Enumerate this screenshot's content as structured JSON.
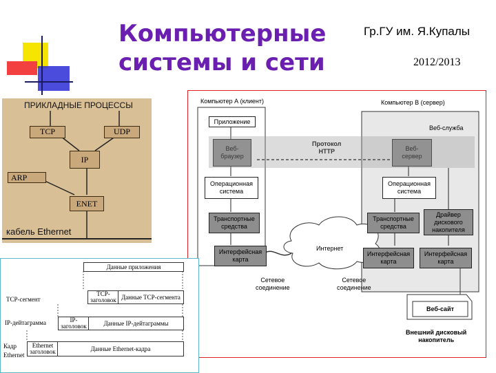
{
  "header": {
    "title_line1": "Компьютерные",
    "title_line2": "системы и сети",
    "university": "Гр.ГУ им. Я.Купалы",
    "year": "2012/2013"
  },
  "colors": {
    "title": "#6a1fb0",
    "square_yellow": "#f5e400",
    "square_red": "#f24040",
    "square_blue": "#2c2cd6",
    "beige_bg": "#d8bf96",
    "server_bg": "#e8e8e8"
  },
  "protocol_stack": {
    "heading": "ПРИКЛАДНЫЕ ПРОЦЕССЫ",
    "tcp": "TCP",
    "udp": "UDP",
    "ip": "IP",
    "arp": "ARP",
    "enet": "ENET",
    "cable": "кабель Ethernet"
  },
  "client_server": {
    "computer_a": "Компьютер А (клиент)",
    "computer_b": "Компьютер В (сервер)",
    "app": "Приложение",
    "web_service": "Веб-служба",
    "browser_1": "Веб-",
    "browser_2": "браузер",
    "protocol_1": "Протокол",
    "protocol_2": "HTTP",
    "server_1": "Веб-",
    "server_2": "сервер",
    "os_a_1": "Операционная",
    "os_a_2": "система",
    "os_b_1": "Операционная",
    "os_b_2": "система",
    "transport_a_1": "Транспортные",
    "transport_a_2": "средства",
    "transport_b_1": "Транспортные",
    "transport_b_2": "средства",
    "driver_1": "Драйвер",
    "driver_2": "дискового",
    "driver_3": "накопителя",
    "iface_a_1": "Интерфейсная",
    "iface_a_2": "карта",
    "iface_b_1": "Интерфейсная",
    "iface_b_2": "карта",
    "iface_c_1": "Интерфейсная",
    "iface_c_2": "карта",
    "internet": "Интернет",
    "conn_a_1": "Сетевое",
    "conn_a_2": "соединение",
    "conn_b_1": "Сетевое",
    "conn_b_2": "соединение",
    "website": "Веб-сайт",
    "disk_1": "Внешний дисковый",
    "disk_2": "накопитель"
  },
  "encapsulation": {
    "app_data": "Данные приложения",
    "tcp_segment": "TCP-сегмент",
    "tcp_header_1": "TCP-",
    "tcp_header_2": "заголовок",
    "tcp_data": "Данные TCP-сегмента",
    "ip_datagram": "IP-дейтаграмма",
    "ip_header_1": "IP-",
    "ip_header_2": "заголовок",
    "ip_data": "Данные IP-дейтаграммы",
    "frame_1": "Кадр",
    "frame_2": "Ethernet",
    "eth_header_1": "Ethernet",
    "eth_header_2": "заголовок",
    "eth_data": "Данные Ethernet-кадра"
  }
}
